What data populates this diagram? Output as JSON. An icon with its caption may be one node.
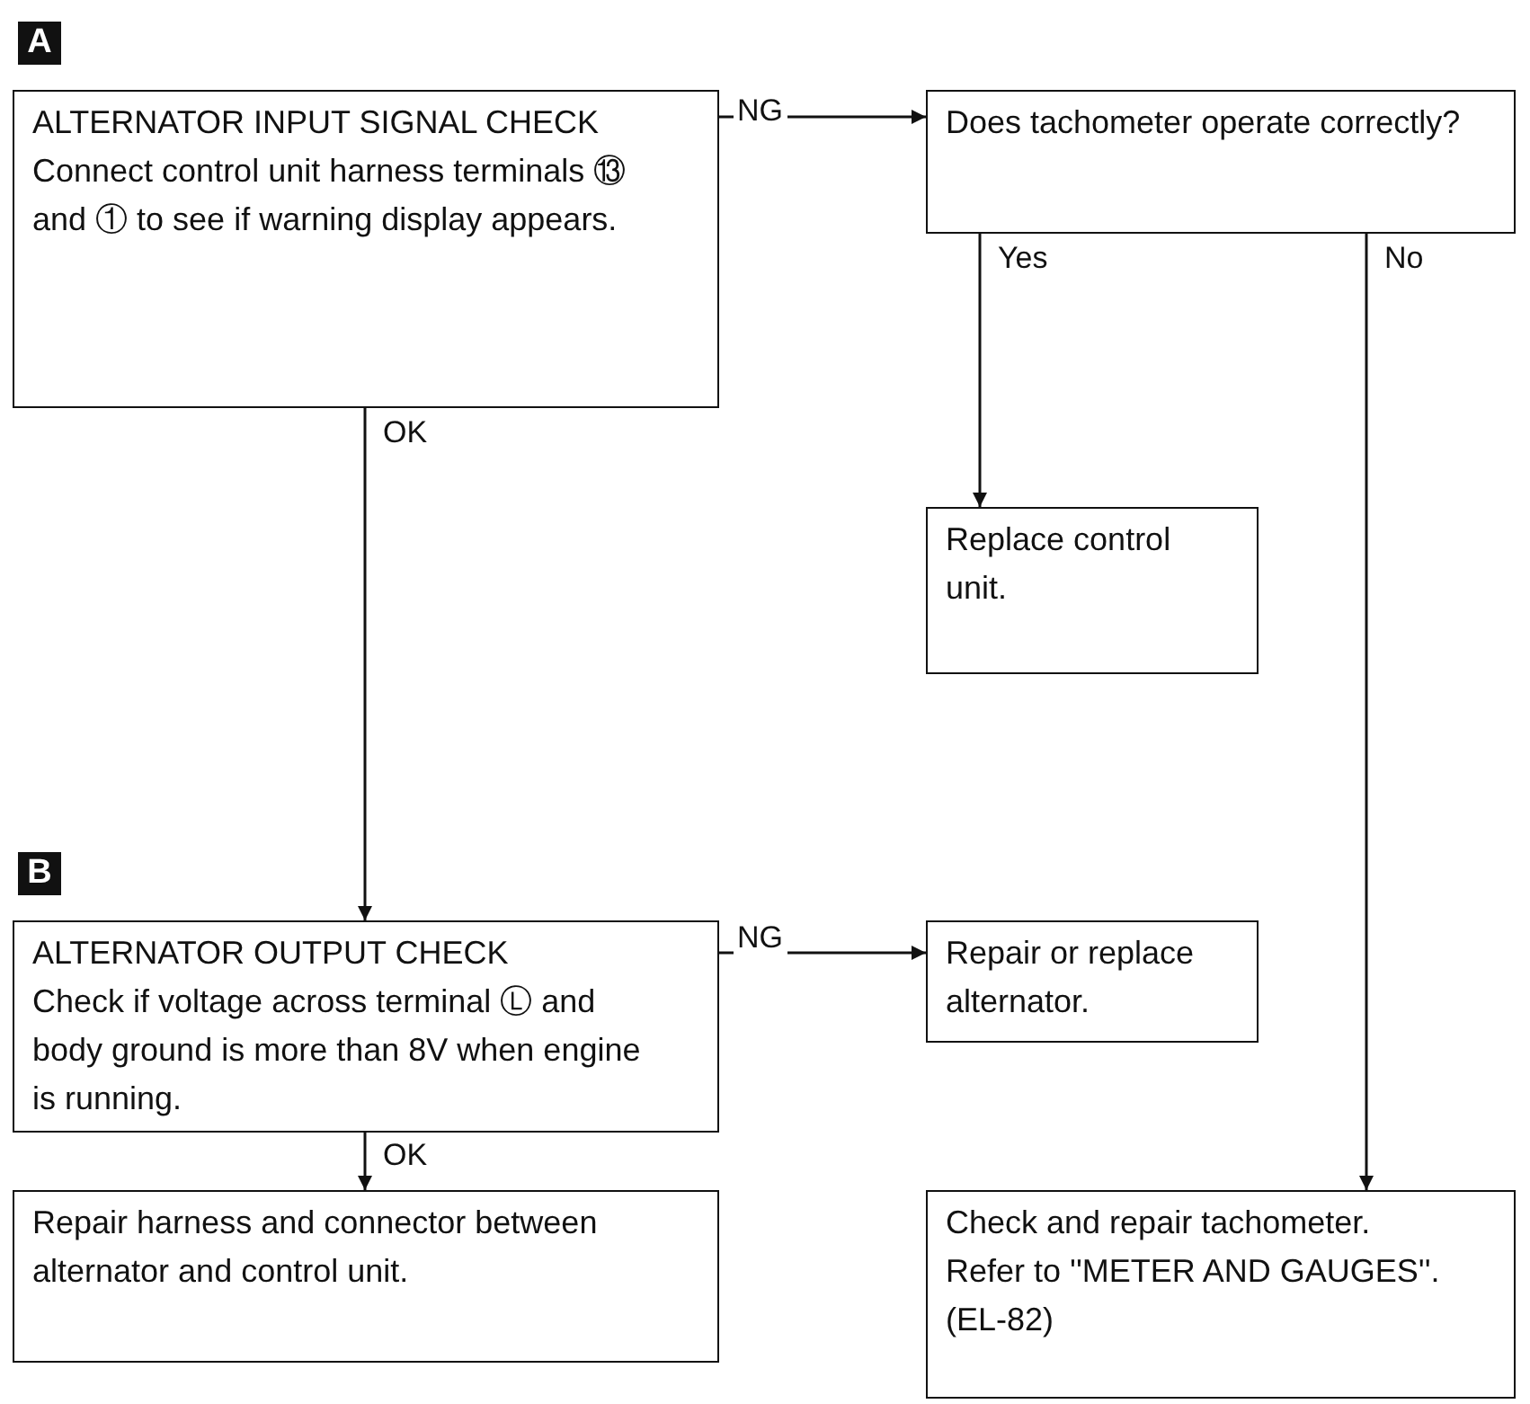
{
  "diagram": {
    "nodes": [
      {
        "text": [
          "ALTERNATOR INPUT SIGNAL CHECK",
          "Connect control unit harness terminals ⑬ and ① to see if warning display appears."
        ],
        "beside": [
          "A"
        ]
      },
      {
        "text": [
          "Does tachometer operate correctly?"
        ]
      },
      {
        "text": [
          "Replace control unit."
        ]
      },
      {
        "text": [
          "ALTERNATOR OUTPUT CHECK",
          "Check if voltage across terminal Ⓛ and body ground is more than 8V when engine is running."
        ],
        "beside": [
          "B"
        ]
      },
      {
        "text": [
          "Repair or replace alternator."
        ]
      },
      {
        "text": [
          "Repair harness and connector between alternator and control unit."
        ]
      },
      {
        "text": [
          "Check and repair tachometer.",
          "Refer to ''METER AND GAUGES''. (EL-82)"
        ]
      }
    ],
    "edges": [
      {
        "from": 0,
        "to": 1,
        "arrow": "to",
        "label": "NG"
      },
      {
        "from": 1,
        "to": 2,
        "arrow": "to",
        "label": "Yes"
      },
      {
        "from": 1,
        "to": 6,
        "arrow": "to",
        "label": "No"
      },
      {
        "from": 0,
        "to": 3,
        "arrow": "to",
        "label": "OK"
      },
      {
        "from": 3,
        "to": 4,
        "arrow": "to",
        "label": "NG"
      },
      {
        "from": 3,
        "to": 5,
        "arrow": "to",
        "label": "OK"
      }
    ]
  }
}
